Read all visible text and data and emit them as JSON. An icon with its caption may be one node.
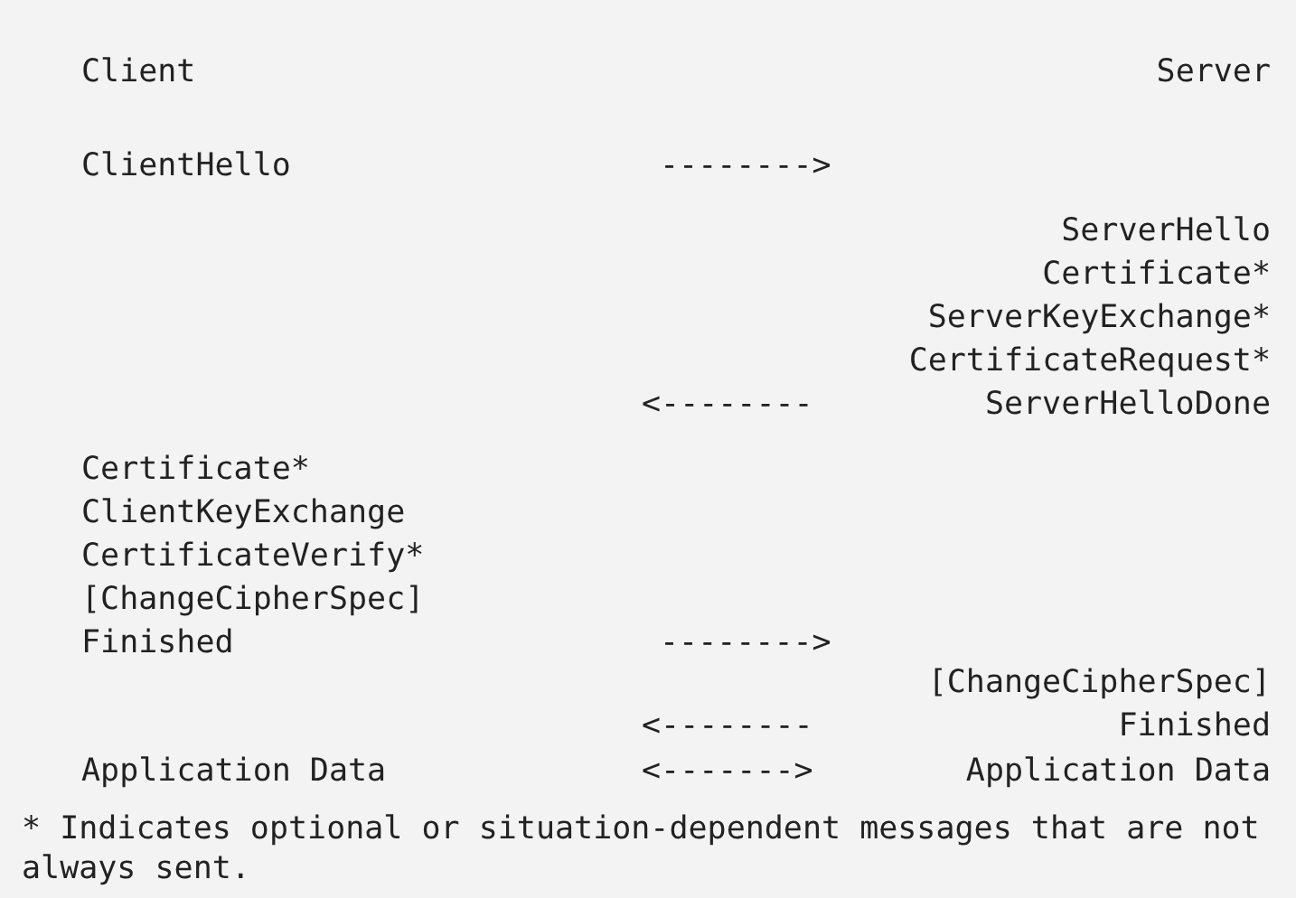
{
  "diagram": {
    "nodes": [
      {
        "text": [
          "ClientHello"
        ]
      },
      {
        "text": [
          "ServerHello",
          "Certificate*",
          "ServerKeyExchange*",
          "CertificateRequest*",
          "ServerHelloDone"
        ]
      },
      {
        "text": [
          "Certificate*",
          "ClientKeyExchange",
          "CertificateVerify*",
          "[ChangeCipherSpec]",
          "Finished"
        ]
      },
      {
        "text": [
          "[ChangeCipherSpec]",
          "Finished"
        ]
      },
      {
        "text": [
          "Application Data"
        ]
      },
      {
        "text": [
          "Application Data"
        ]
      }
    ],
    "labels": [
      "Client",
      "Server",
      "-------->",
      "<--------",
      "-------->",
      "<--------",
      "<------->",
      "* Indicates optional or situation-dependent messages that are not always sent."
    ]
  }
}
